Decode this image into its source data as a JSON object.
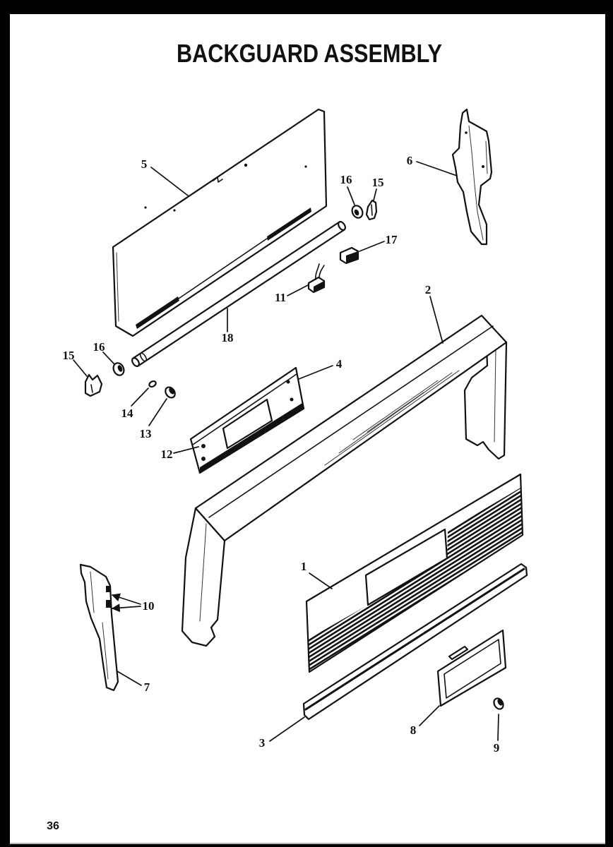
{
  "title": "BACKGUARD ASSEMBLY",
  "page_number": "36",
  "callouts": [
    "5",
    "6",
    "16",
    "15",
    "17",
    "2",
    "11",
    "18",
    "15",
    "16",
    "4",
    "14",
    "13",
    "12",
    "10",
    "1",
    "7",
    "3",
    "8",
    "9"
  ]
}
